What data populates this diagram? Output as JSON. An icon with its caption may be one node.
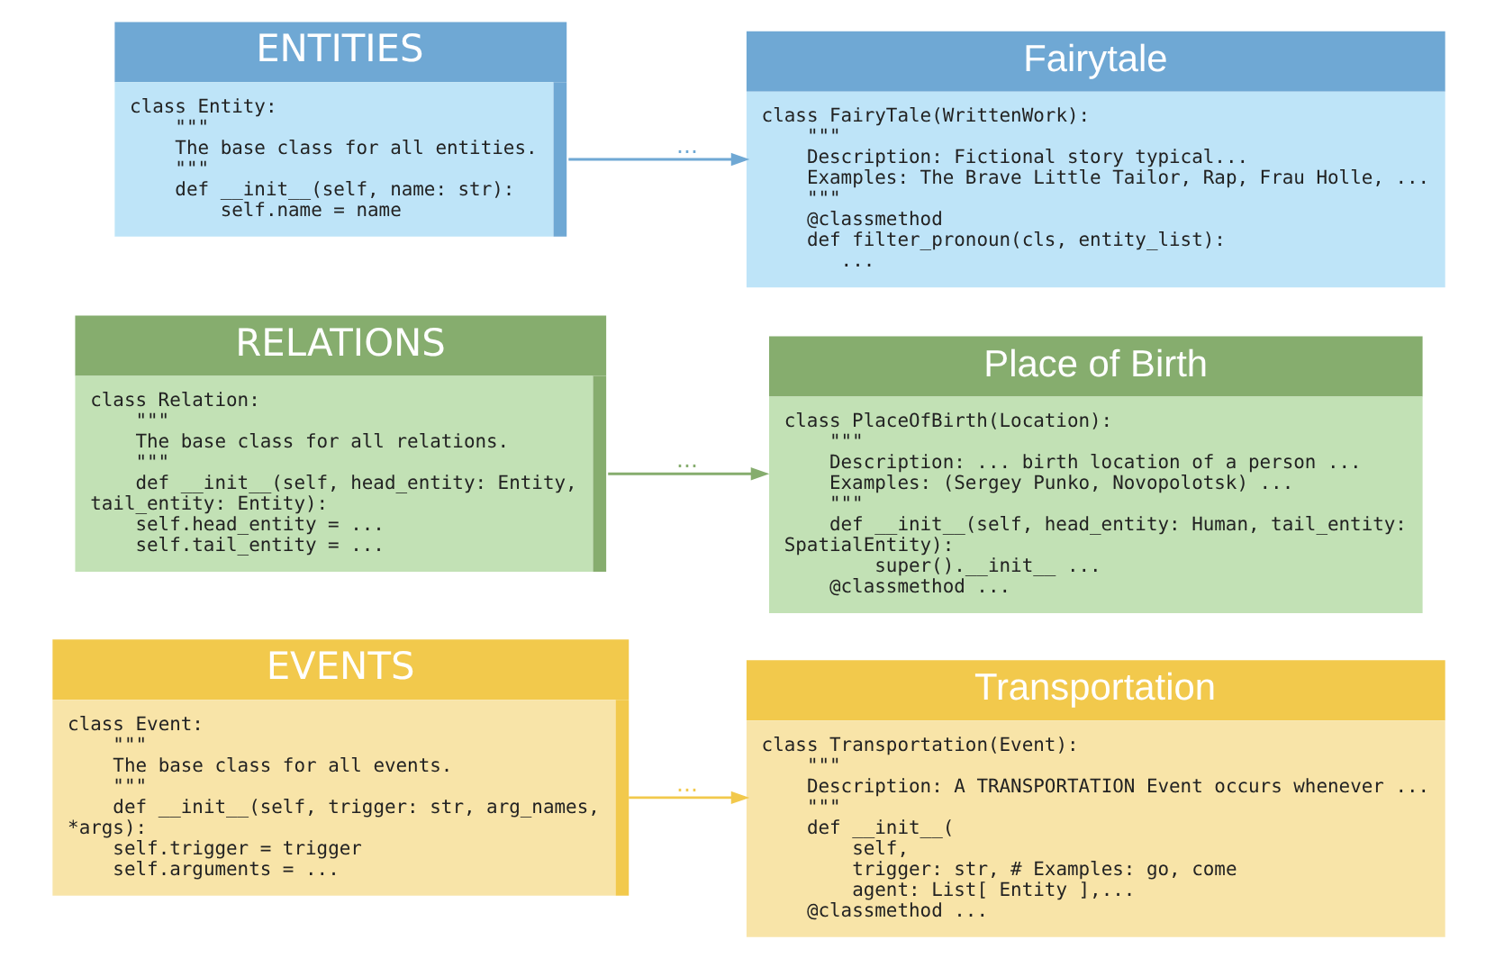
{
  "diagram": {
    "nodes": [
      {
        "text": [
          "ENTITIES",
          "class Entity:",
          "    \"\"\"",
          "    The base class for all entities.",
          "    \"\"\"",
          "    def __init__(self, name: str):",
          "        self.name = name"
        ]
      },
      {
        "text": [
          "Fairytale",
          "class FairyTale(WrittenWork):",
          "    \"\"\"",
          "    Description: Fictional story typical...",
          "    Examples: The Brave Little Tailor, Rap, Frau Holle, ...",
          "    \"\"\"",
          "    @classmethod",
          "    def filter_pronoun(cls, entity_list):",
          "       ..."
        ]
      },
      {
        "text": [
          "RELATIONS",
          "class Relation:",
          "    \"\"\"",
          "    The base class for all relations.",
          "    \"\"\"",
          "    def __init__(self, head_entity: Entity, tail_entity: Entity):",
          "    self.head_entity = ...",
          "    self.tail_entity = ..."
        ]
      },
      {
        "text": [
          "Place of Birth",
          "class PlaceOfBirth(Location):",
          "    \"\"\"",
          "    Description: ... birth location of a person ...",
          "    Examples: (Sergey Punko, Novopolotsk) ...",
          "    \"\"\"",
          "    def __init__(self, head_entity: Human, tail_entity: SpatialEntity):",
          "        super().__init__ ...",
          "    @classmethod ..."
        ]
      },
      {
        "text": [
          "EVENTS",
          "class Event:",
          "    \"\"\"",
          "    The base class for all events.",
          "    \"\"\"",
          "    def __init__(self, trigger: str, arg_names, *args):",
          "    self.trigger = trigger",
          "    self.arguments = ..."
        ]
      },
      {
        "text": [
          "Transportation",
          "class Transportation(Event):",
          "    \"\"\"",
          "    Description: A TRANSPORTATION Event occurs whenever ...",
          "    \"\"\"",
          "    def __init__(",
          "        self,",
          "        trigger: str, # Examples: go, come",
          "        agent: List[ Entity ],...",
          "    @classmethod ..."
        ]
      }
    ],
    "edges": [
      {
        "from": 0,
        "to": 1,
        "arrow": "to",
        "label": "...",
        "color": "#6fa8d4"
      },
      {
        "from": 2,
        "to": 3,
        "arrow": "to",
        "label": "...",
        "color": "#86ad6e"
      },
      {
        "from": 4,
        "to": 5,
        "arrow": "to",
        "label": "...",
        "color": "#f2c94c"
      }
    ]
  }
}
